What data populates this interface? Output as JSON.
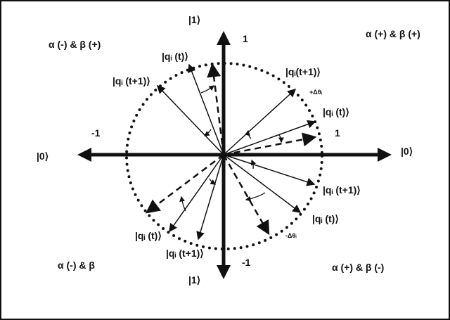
{
  "axes": {
    "top_state": "|1⟩",
    "bottom_state": "|1⟩",
    "left_state": "|0⟩",
    "right_state": "|0⟩",
    "top_tick": "1",
    "bottom_tick": "-1",
    "left_tick": "-1",
    "right_tick": "1"
  },
  "quadrants": {
    "q1": "α (+) & β (+)",
    "q2": "α (-) & β (+)",
    "q3": "α (-) & β",
    "q4": "α (+) & β (-)"
  },
  "vectors": {
    "q1_t1": "|qᵢ(t+1)⟩",
    "q1_t": "|qᵢ (t)⟩",
    "q1_delta": "+Δθᵢ",
    "q2_t1": "|qᵢ (t+1)⟩",
    "q2_t": "|qᵢ (t)⟩",
    "q3_t": "|qᵢ (t)⟩",
    "q3_t1": "|qᵢ (t+1)⟩",
    "q4_t1": "|qᵢ (t+1)⟩",
    "q4_t": "|qᵢ (t)⟩",
    "q4_delta": "-Δθᵢ"
  }
}
